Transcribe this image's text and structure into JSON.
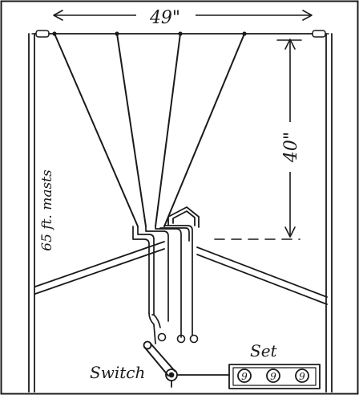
{
  "labels": {
    "span_width": "49\"",
    "height": "40\"",
    "masts": "65 ft. masts",
    "switch": "Switch",
    "set": "Set",
    "dial_symbol": "9"
  },
  "colors": {
    "ink": "#1a1a1a",
    "paper": "#ffffff"
  }
}
